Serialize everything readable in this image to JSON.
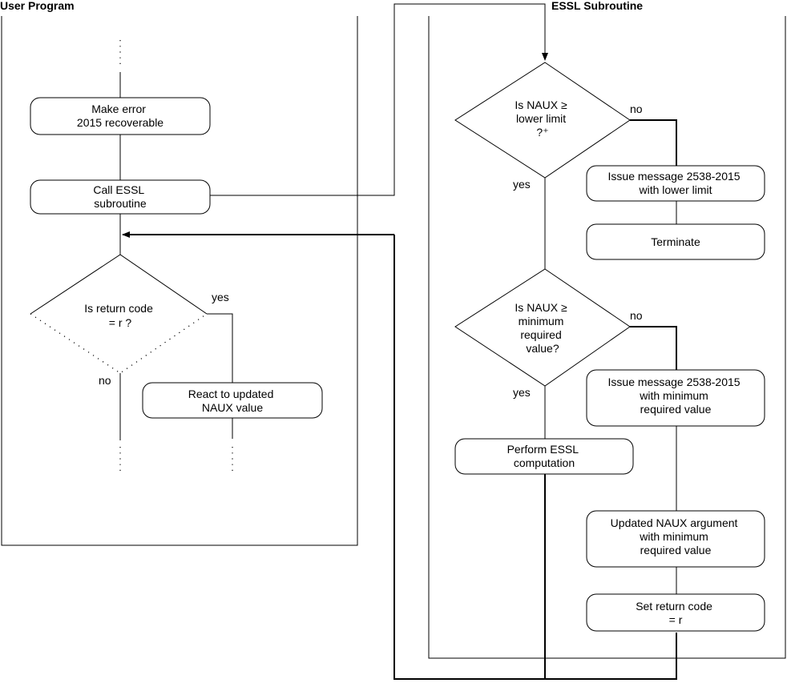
{
  "columns": {
    "user_program": "User Program",
    "essl_subroutine": "ESSL Subroutine"
  },
  "user": {
    "make_error": [
      "Make error",
      "2015 recoverable"
    ],
    "call_essl": [
      "Call ESSL",
      "subroutine"
    ],
    "decision": [
      "Is return code",
      "= r ?"
    ],
    "yes": "yes",
    "no": "no",
    "react": [
      "React to updated",
      "NAUX value"
    ]
  },
  "essl": {
    "decision1": [
      "Is NAUX ≥",
      "lower limit",
      "?⁺"
    ],
    "no1": "no",
    "yes1": "yes",
    "issue_lower": [
      "Issue message 2538-2015",
      "with lower limit"
    ],
    "terminate": "Terminate",
    "decision2": [
      "Is NAUX ≥",
      "minimum",
      "required",
      "value?"
    ],
    "no2": "no",
    "yes2": "yes",
    "issue_min": [
      "Issue message 2538-2015",
      "with minimum",
      "required value"
    ],
    "perform": [
      "Perform ESSL",
      "computation"
    ],
    "update_naux": [
      "Updated NAUX argument",
      "with minimum",
      "required value"
    ],
    "set_return": [
      "Set return code",
      "= r"
    ]
  }
}
